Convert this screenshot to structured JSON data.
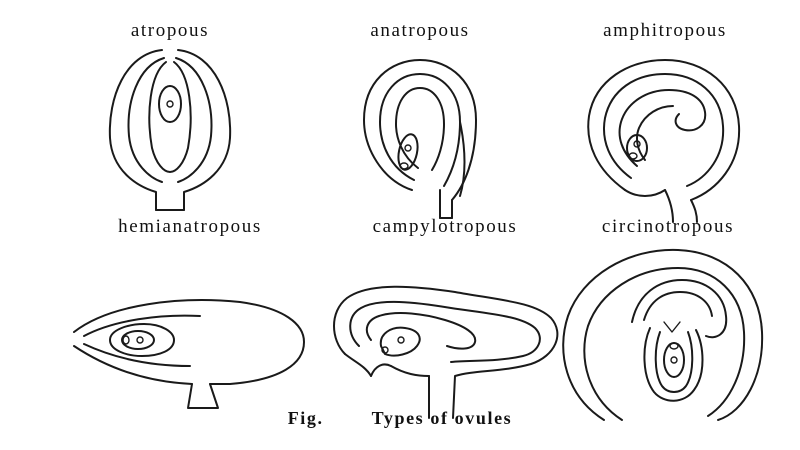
{
  "figure": {
    "panels": [
      {
        "id": "atropous",
        "label": "atropous"
      },
      {
        "id": "anatropous",
        "label": "anatropous"
      },
      {
        "id": "amphitropous",
        "label": "amphitropous"
      },
      {
        "id": "hemianatropous",
        "label": "hemianatropous"
      },
      {
        "id": "campylotropous",
        "label": "campylotropous"
      },
      {
        "id": "circinotropous",
        "label": "circinotropous"
      }
    ],
    "caption": {
      "prefix": "Fig.",
      "title": "Types of ovules"
    }
  }
}
